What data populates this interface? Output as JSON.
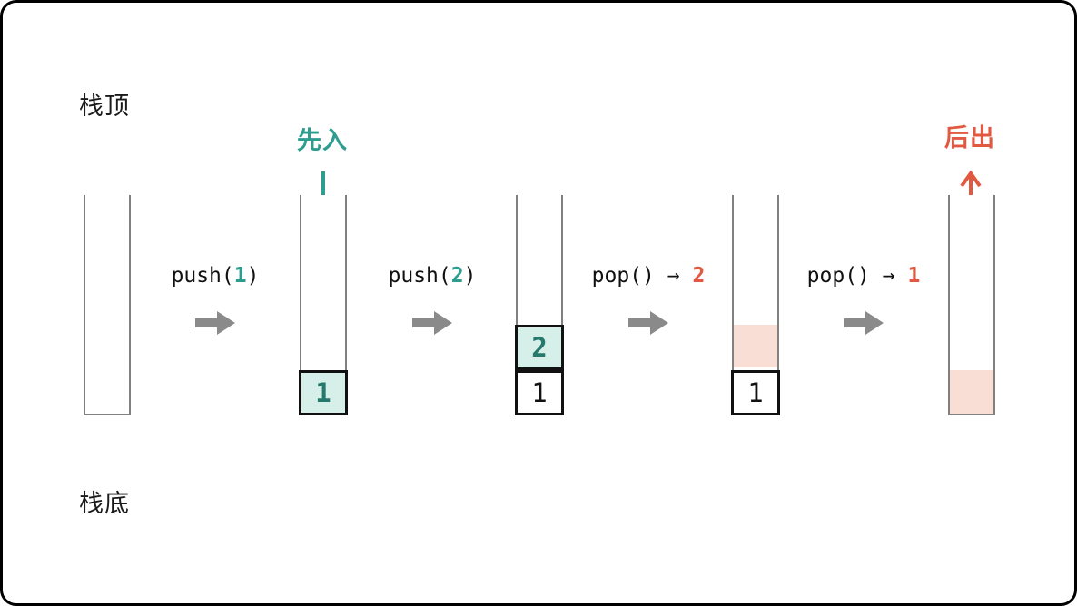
{
  "diagram": {
    "title_meaning": "stack push/pop LIFO illustration",
    "labels": {
      "stack_top": "栈顶",
      "stack_bottom": "栈底",
      "first_in": "先入",
      "last_out": "后出"
    },
    "operations": [
      {
        "text_before": "push(",
        "value": "1",
        "text_after": ")",
        "value_color": "#2E9D8F"
      },
      {
        "text_before": "push(",
        "value": "2",
        "text_after": ")",
        "value_color": "#2E9D8F"
      },
      {
        "text_before": "pop() → ",
        "value": "2",
        "text_after": "",
        "value_color": "#E25941"
      },
      {
        "text_before": "pop() → ",
        "value": "1",
        "text_after": "",
        "value_color": "#E25941"
      }
    ],
    "stacks": [
      {
        "state": "empty",
        "cells": []
      },
      {
        "state": "after push(1)",
        "cells": [
          {
            "value": "1",
            "highlight": "teal"
          }
        ]
      },
      {
        "state": "after push(2)",
        "cells": [
          {
            "value": "2",
            "highlight": "teal"
          },
          {
            "value": "1",
            "highlight": "none"
          }
        ]
      },
      {
        "state": "after pop()=2",
        "popped_slot": true,
        "cells": [
          {
            "value": "1",
            "highlight": "none"
          }
        ]
      },
      {
        "state": "after pop()=1",
        "popped_slot": true,
        "cells": []
      }
    ],
    "colors": {
      "accent_teal": "#2E9D8F",
      "teal_cell_fill": "#D6EFE9",
      "teal_digit": "#26796D",
      "accent_orange": "#E25941",
      "popped_fill": "#F9DED5",
      "flow_arrow_gray": "#8A8A8A",
      "tube_wall_gray": "#808080",
      "ink": "#111111"
    }
  }
}
